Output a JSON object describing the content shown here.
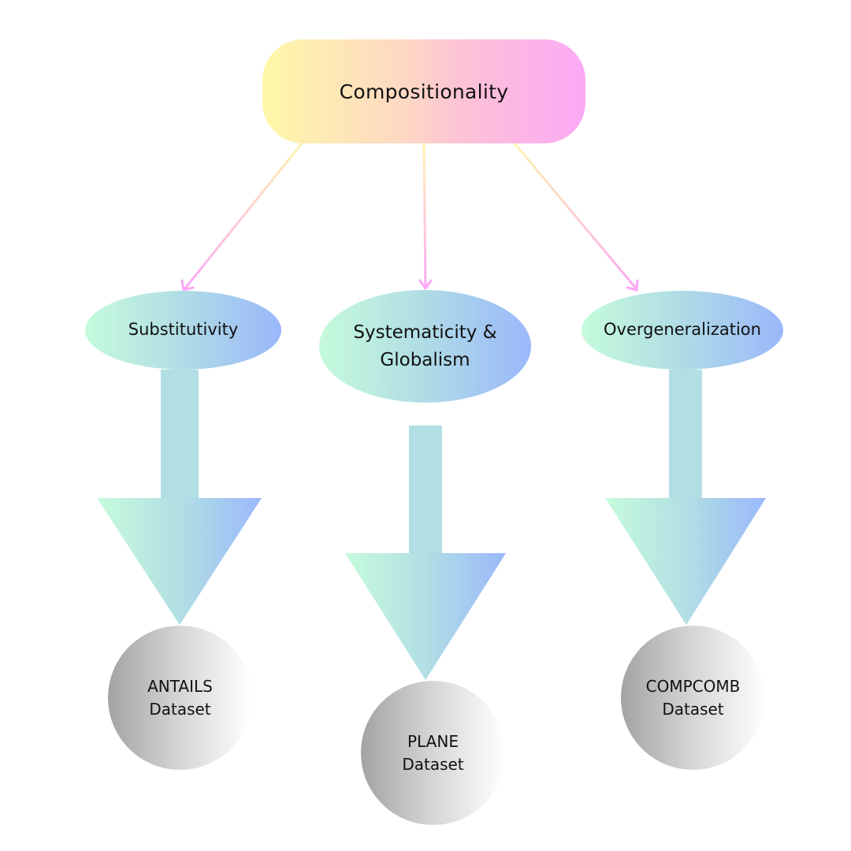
{
  "diagram": {
    "root": {
      "label": "Compositionality"
    },
    "concepts": [
      {
        "label_lines": [
          "Substitutivity"
        ]
      },
      {
        "label_lines": [
          "Systematicity &",
          "Globalism"
        ]
      },
      {
        "label_lines": [
          "Overgeneralization"
        ]
      }
    ],
    "datasets": [
      {
        "label_lines": [
          "ANTAILS",
          "Dataset"
        ]
      },
      {
        "label_lines": [
          "PLANE",
          "Dataset"
        ]
      },
      {
        "label_lines": [
          "COMPCOMB",
          "Dataset"
        ]
      }
    ],
    "colors": {
      "root_gradient": [
        "#fff8a8",
        "#fdd7c4",
        "#fcc4d4",
        "#fca8f6"
      ],
      "concept_gradient": [
        "#c6fbdc",
        "#b2dfe4",
        "#9ab8fb"
      ],
      "dataset_gradient": [
        "#a3a3a3",
        "#d6d6d6",
        "#ffffff"
      ],
      "connector_start": "#fff4b0",
      "connector_end": "#fca8f6"
    }
  }
}
